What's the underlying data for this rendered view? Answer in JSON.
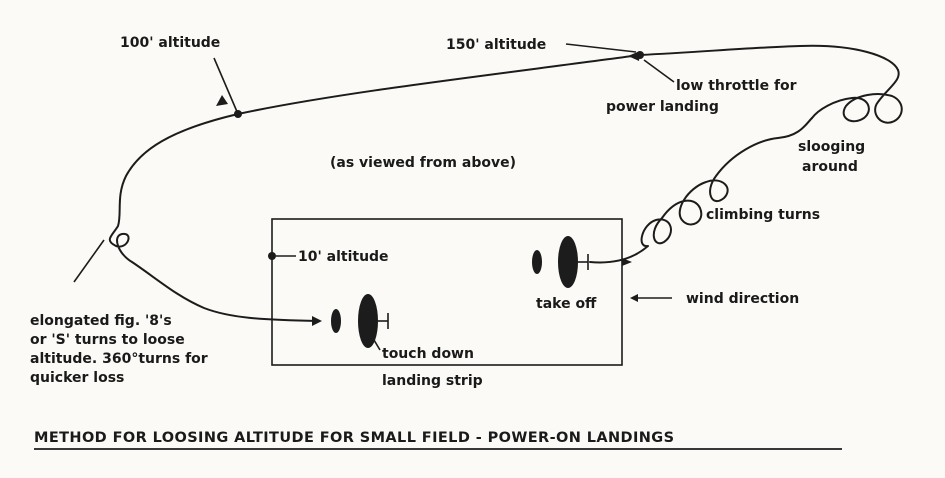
{
  "diagram": {
    "title": "METHOD FOR LOOSING ALTITUDE FOR SMALL FIELD - POWER-ON LANDINGS",
    "labels": {
      "alt_100": "100' altitude",
      "alt_150": "150' altitude",
      "low_throttle_1": "low throttle for",
      "low_throttle_2": "power landing",
      "viewed": "(as viewed from above)",
      "slooging_1": "slooging",
      "slooging_2": "around",
      "climbing": "climbing turns",
      "alt_10": "10' altitude",
      "take_off": "take off",
      "wind": "wind direction",
      "fig8_1": "elongated fig. '8's",
      "fig8_2": "or 'S' turns to loose",
      "fig8_3": "altitude. 360°turns for",
      "fig8_4": "quicker loss",
      "touch_down": "touch down",
      "landing_strip": "landing strip"
    }
  }
}
